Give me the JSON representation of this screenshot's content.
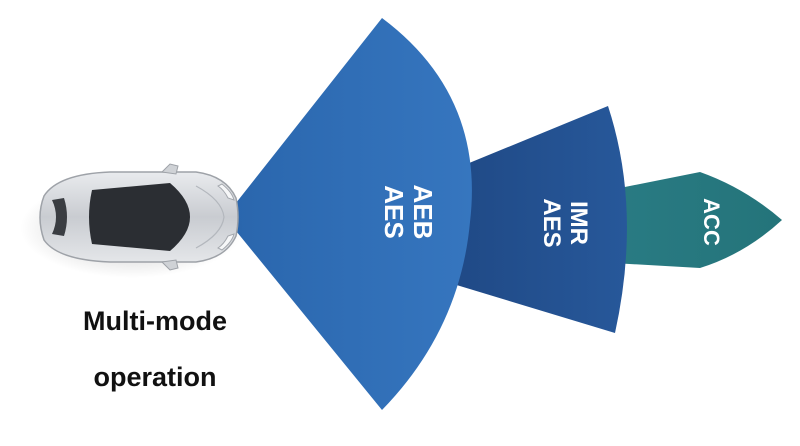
{
  "zones": [
    {
      "id": "zone-near",
      "lines": [
        "AEB",
        "AES"
      ],
      "color": "#2f6db4"
    },
    {
      "id": "zone-mid",
      "lines": [
        "IMR",
        "AES"
      ],
      "color": "#224e8c"
    },
    {
      "id": "zone-far",
      "lines": [
        "ACC"
      ],
      "color": "#2a8080"
    }
  ],
  "caption": {
    "line1": "Multi-mode",
    "line2": "operation"
  }
}
